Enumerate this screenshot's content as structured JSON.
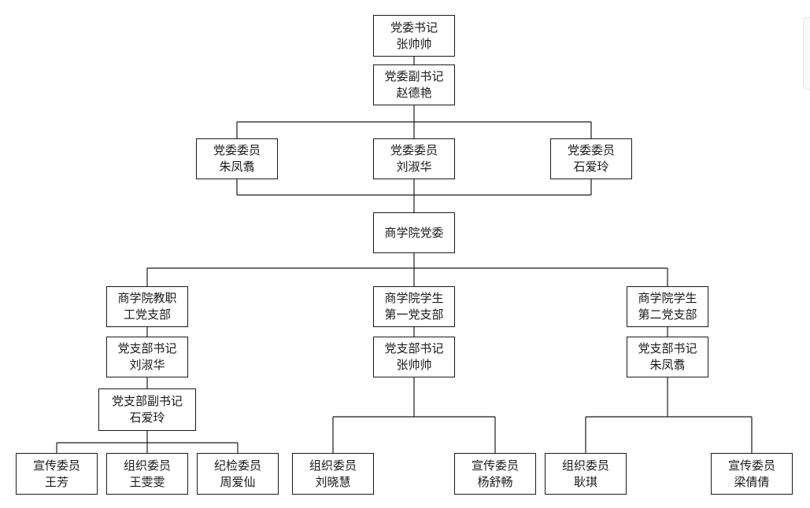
{
  "org": {
    "secretary": {
      "l1": "党委书记",
      "l2": "张帅帅"
    },
    "deputy_secretary": {
      "l1": "党委副书记",
      "l2": "赵德艳"
    },
    "members": [
      {
        "l1": "党委委员",
        "l2": "朱凤翥"
      },
      {
        "l1": "党委委员",
        "l2": "刘淑华"
      },
      {
        "l1": "党委委员",
        "l2": "石爱玲"
      }
    ],
    "committee": {
      "l1": "商学院党委"
    },
    "branches": [
      {
        "name": {
          "l1": "商学院教职",
          "l2": "工党支部"
        },
        "secretary": {
          "l1": "党支部书记",
          "l2": "刘淑华"
        },
        "deputy": {
          "l1": "党支部副书记",
          "l2": "石爱玲"
        },
        "members": [
          {
            "l1": "宣传委员",
            "l2": "王芳"
          },
          {
            "l1": "组织委员",
            "l2": "王雯雯"
          },
          {
            "l1": "纪检委员",
            "l2": "周爱仙"
          }
        ]
      },
      {
        "name": {
          "l1": "商学院学生",
          "l2": "第一党支部"
        },
        "secretary": {
          "l1": "党支部书记",
          "l2": "张帅帅"
        },
        "members": [
          {
            "l1": "组织委员",
            "l2": "刘晓慧"
          },
          {
            "l1": "宣传委员",
            "l2": "杨舒畅"
          }
        ]
      },
      {
        "name": {
          "l1": "商学院学生",
          "l2": "第二党支部"
        },
        "secretary": {
          "l1": "党支部书记",
          "l2": "朱凤翥"
        },
        "members": [
          {
            "l1": "组织委员",
            "l2": "耿琪"
          },
          {
            "l1": "宣传委员",
            "l2": "梁倩倩"
          }
        ]
      }
    ]
  }
}
